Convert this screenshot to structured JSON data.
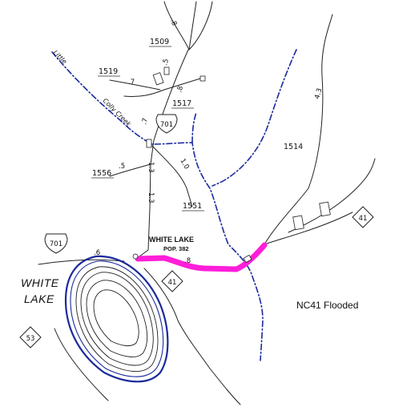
{
  "map": {
    "flood_note": "NC41 Flooded",
    "town": {
      "name": "WHITE LAKE",
      "population": "POP. 382"
    },
    "lake": {
      "line1": "WHITE",
      "line2": "LAKE"
    },
    "creek": {
      "word1": "Little",
      "word2": "Colly Creek"
    },
    "route_shields": [
      {
        "label": "701",
        "type": "us"
      },
      {
        "label": "701",
        "type": "us"
      },
      {
        "label": "41",
        "type": "nc"
      },
      {
        "label": "41",
        "type": "nc"
      },
      {
        "label": "53",
        "type": "nc"
      }
    ],
    "secondary_roads": [
      "1509",
      "1519",
      "1517",
      "1514",
      "1556",
      "1551"
    ],
    "mileages": [
      ".8",
      ".5",
      ".7",
      ".8",
      ".7",
      "1.3",
      "1.0",
      ".5",
      "1.3",
      ".6",
      ".8",
      "4.3"
    ],
    "colors": {
      "flood_highlight": "#ff1ed9",
      "water": "#1a2a9c"
    }
  }
}
